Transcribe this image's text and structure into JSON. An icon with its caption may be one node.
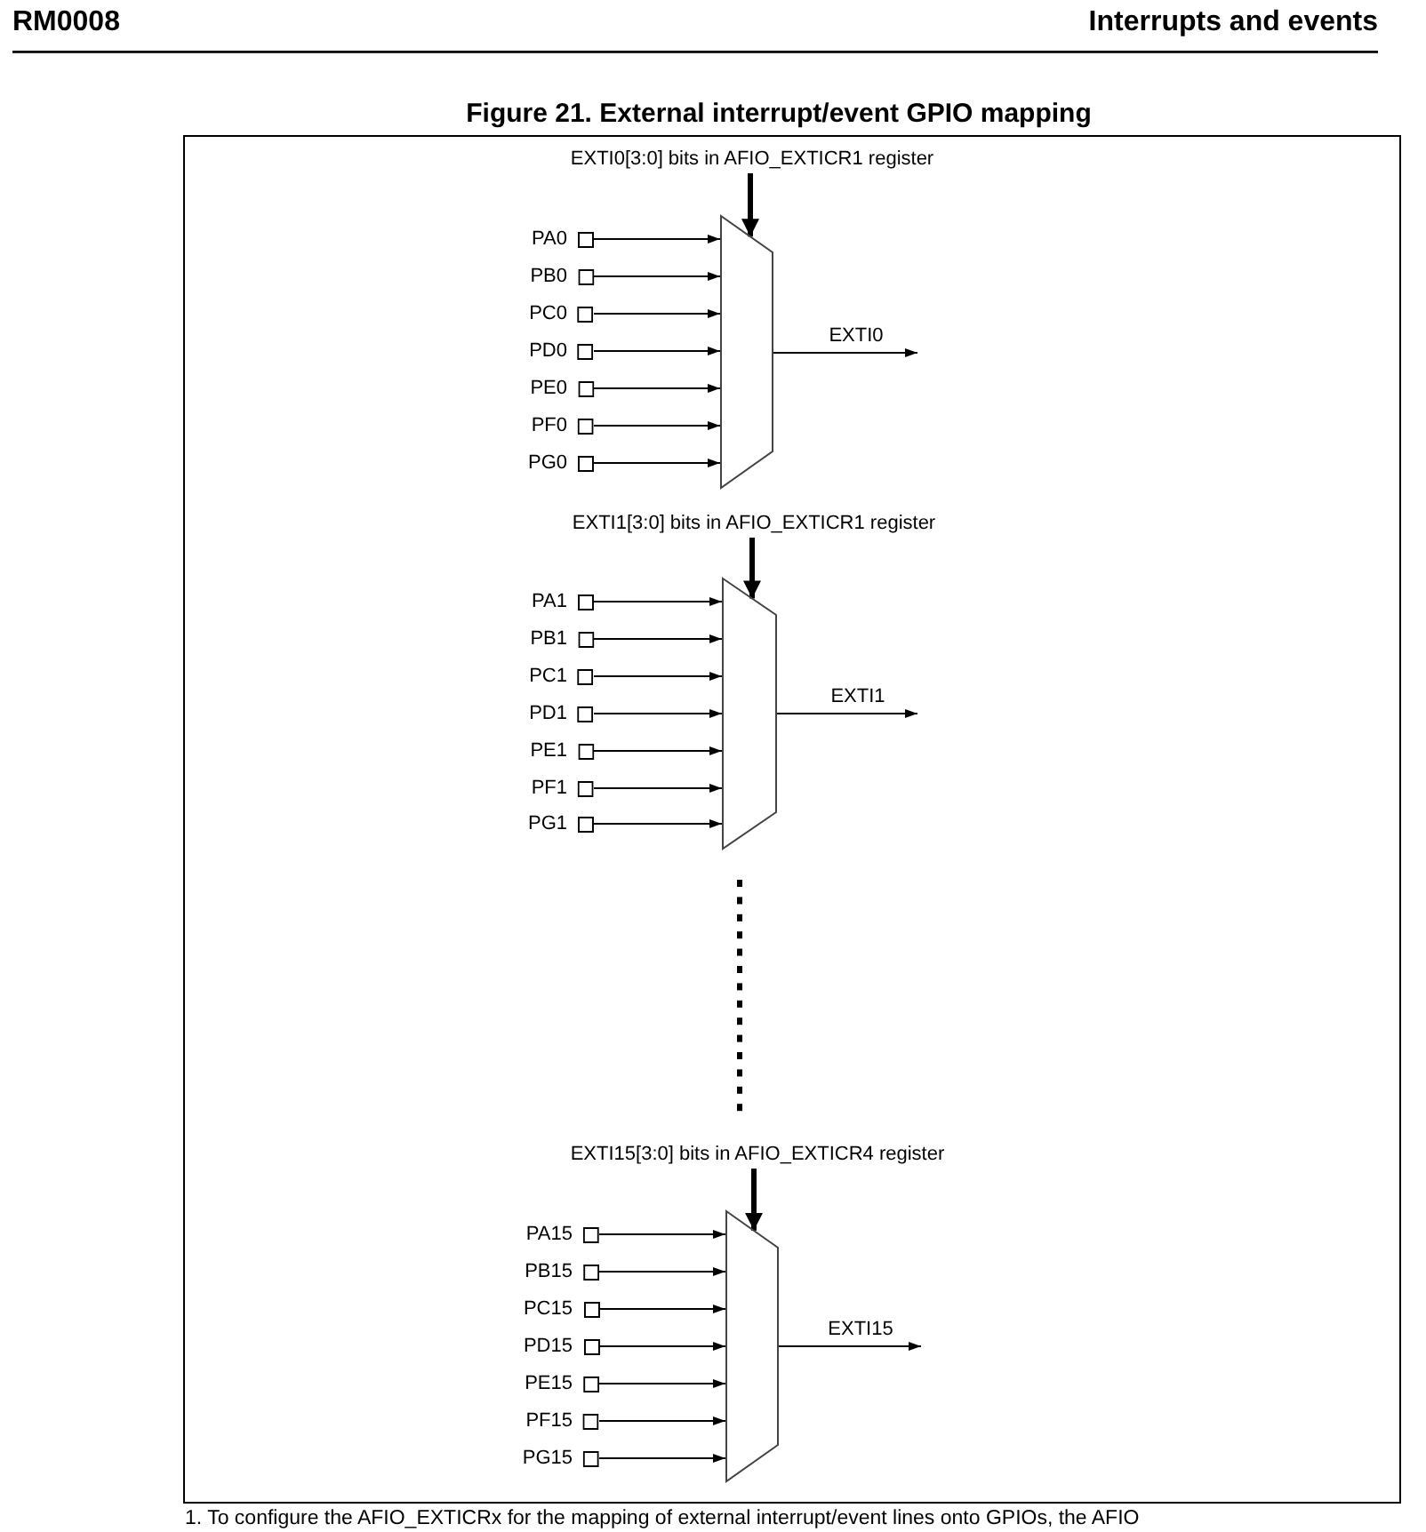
{
  "diagram": {
    "title": "Figure 21. External interrupt/event GPIO mapping",
    "nodes": [
      {
        "text": [
          "EXTI0[3:0] bits in AFIO_EXTICR1 register"
        ]
      },
      {
        "text": [
          "PA0"
        ]
      },
      {
        "text": [
          "PB0"
        ]
      },
      {
        "text": [
          "PC0"
        ]
      },
      {
        "text": [
          "PD0"
        ]
      },
      {
        "text": [
          "PE0"
        ]
      },
      {
        "text": [
          "PF0"
        ]
      },
      {
        "text": [
          "PG0"
        ]
      },
      {
        "text": [],
        "shape": "trapezoid"
      },
      {
        "text": [
          "EXTI1[3:0] bits in AFIO_EXTICR1 register"
        ]
      },
      {
        "text": [
          "PA1"
        ]
      },
      {
        "text": [
          "PB1"
        ]
      },
      {
        "text": [
          "PC1"
        ]
      },
      {
        "text": [
          "PD1"
        ]
      },
      {
        "text": [
          "PE1"
        ]
      },
      {
        "text": [
          "PF1"
        ]
      },
      {
        "text": [
          "PG1"
        ]
      },
      {
        "text": [],
        "shape": "trapezoid"
      },
      {
        "text": [
          "EXTI15[3:0] bits in AFIO_EXTICR4 register"
        ]
      },
      {
        "text": [
          "PA15"
        ]
      },
      {
        "text": [
          "PB15"
        ]
      },
      {
        "text": [
          "PC15"
        ]
      },
      {
        "text": [
          "PD15"
        ]
      },
      {
        "text": [
          "PE15"
        ]
      },
      {
        "text": [
          "PF15"
        ]
      },
      {
        "text": [
          "PG15"
        ]
      },
      {
        "text": [],
        "shape": "trapezoid"
      }
    ],
    "edges": [
      {
        "from": 0,
        "to": 8,
        "arrow": "to",
        "style": "thick"
      },
      {
        "from": 1,
        "to": 8,
        "arrow": "to"
      },
      {
        "from": 2,
        "to": 8,
        "arrow": "to"
      },
      {
        "from": 3,
        "to": 8,
        "arrow": "to"
      },
      {
        "from": 4,
        "to": 8,
        "arrow": "to"
      },
      {
        "from": 5,
        "to": 8,
        "arrow": "to"
      },
      {
        "from": 6,
        "to": 8,
        "arrow": "to"
      },
      {
        "from": 7,
        "to": 8,
        "arrow": "to"
      },
      {
        "from": 8,
        "to": null,
        "arrow": "to",
        "label": "EXTI0"
      },
      {
        "from": 9,
        "to": 17,
        "arrow": "to",
        "style": "thick"
      },
      {
        "from": 10,
        "to": 17,
        "arrow": "to"
      },
      {
        "from": 11,
        "to": 17,
        "arrow": "to"
      },
      {
        "from": 12,
        "to": 17,
        "arrow": "to"
      },
      {
        "from": 13,
        "to": 17,
        "arrow": "to"
      },
      {
        "from": 14,
        "to": 17,
        "arrow": "to"
      },
      {
        "from": 15,
        "to": 17,
        "arrow": "to"
      },
      {
        "from": 16,
        "to": 17,
        "arrow": "to"
      },
      {
        "from": 17,
        "to": null,
        "arrow": "to",
        "label": "EXTI1"
      },
      {
        "from": 18,
        "to": 26,
        "arrow": "to",
        "style": "thick"
      },
      {
        "from": 19,
        "to": 26,
        "arrow": "to"
      },
      {
        "from": 20,
        "to": 26,
        "arrow": "to"
      },
      {
        "from": 21,
        "to": 26,
        "arrow": "to"
      },
      {
        "from": 22,
        "to": 26,
        "arrow": "to"
      },
      {
        "from": 23,
        "to": 26,
        "arrow": "to"
      },
      {
        "from": 24,
        "to": 26,
        "arrow": "to"
      },
      {
        "from": 25,
        "to": 26,
        "arrow": "to"
      },
      {
        "from": 26,
        "to": null,
        "arrow": "to",
        "label": "EXTI15"
      }
    ],
    "labels": [
      "RM0008",
      "Interrupts and events",
      "1. To configure the AFIO_EXTICRx for the mapping of external interrupt/event lines onto GPIOs, the AFIO"
    ]
  }
}
